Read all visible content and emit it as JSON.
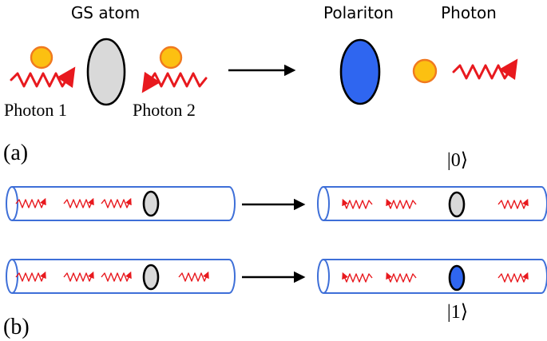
{
  "panel_a": {
    "label": "(a)",
    "gs_atom_label": "GS atom",
    "photon1_label": "Photon 1",
    "photon2_label": "Photon 2",
    "polariton_label": "Polariton",
    "photon_label": "Photon"
  },
  "panel_b": {
    "label": "(b)",
    "state_zero": "|0⟩",
    "state_one": "|1⟩"
  },
  "colors": {
    "photon_wave": "#e8191e",
    "photon_ball_fill": "#fcc011",
    "photon_ball_edge": "#f0791f",
    "ground_state_atom": "#d9d9d9",
    "polariton": "#2f66f0",
    "waveguide": "#3e6fd8"
  },
  "icons": [
    "photon-ball-icon",
    "wavy-arrow-icon",
    "atom-ellipse-icon",
    "waveguide-tube-icon",
    "arrow-right-icon"
  ]
}
